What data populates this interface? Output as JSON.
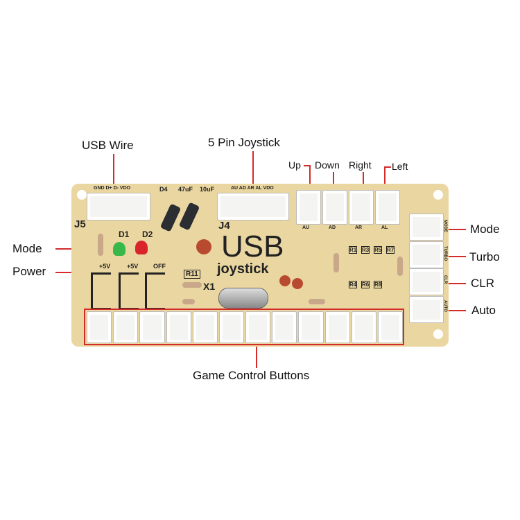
{
  "callouts": {
    "usb_wire": "USB Wire",
    "five_pin_joystick": "5 Pin Joystick",
    "up": "Up",
    "down": "Down",
    "right": "Right",
    "left": "Left",
    "mode_left": "Mode",
    "power": "Power",
    "mode_right": "Mode",
    "turbo": "Turbo",
    "clr": "CLR",
    "auto": "Auto",
    "game_control_buttons": "Game Control Buttons"
  },
  "board": {
    "title": "USB",
    "subtitle": "joystick",
    "j5": "J5",
    "j4": "J4",
    "j5_pins": "GND D+ D- VDO",
    "j4_pins": "AU AD AR AL VDO",
    "d1": "D1",
    "d2": "D2",
    "d4": "D4",
    "cap1": "47uF",
    "cap2": "10uF",
    "x1": "X1",
    "r11": "R11",
    "plus5v_1": "+5V",
    "plus5v_2": "+5V",
    "off": "OFF",
    "dir_pins": [
      "AU",
      "AD",
      "AR",
      "AL"
    ],
    "resistors": [
      "R1",
      "R3",
      "R5",
      "R7",
      "R4",
      "R6",
      "R8"
    ],
    "side_pins": [
      "MODE",
      "TURBO",
      "CLR",
      "AUTO"
    ]
  },
  "colors": {
    "callout_line": "#d42a2a",
    "board": "#ead6a0"
  }
}
